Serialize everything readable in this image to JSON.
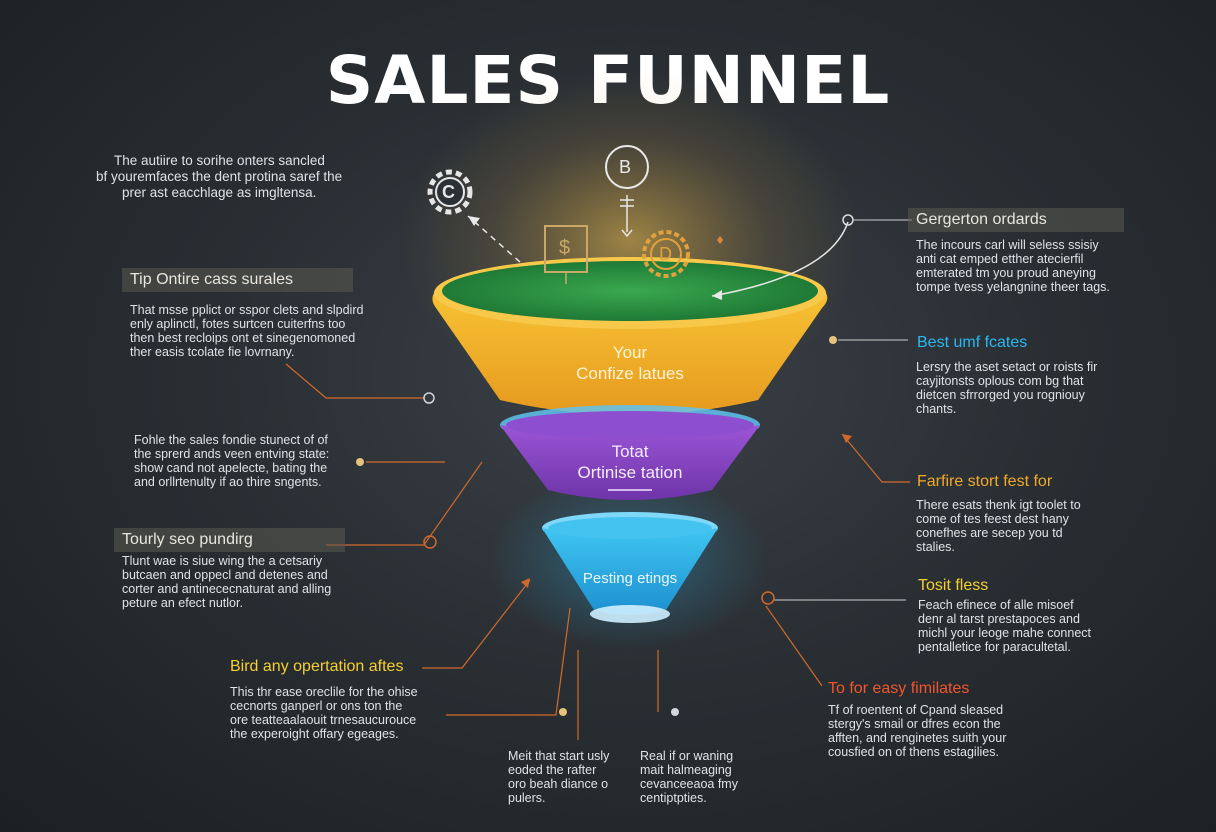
{
  "title": "SALES FUNNEL",
  "intro": {
    "lines": [
      "The autiire to sorihe onters sancled",
      "bf youremfaces the dent protina saref the",
      "prer ast eacchlage as imgltensa."
    ]
  },
  "top_icons": {
    "left": "C",
    "center": "B",
    "box": "$",
    "gear": "D"
  },
  "funnel": {
    "stage1": [
      "Your",
      "Confize latues"
    ],
    "stage2": [
      "Totat",
      "Ortinise tation"
    ],
    "stage3": [
      "Pesting etings"
    ]
  },
  "left": [
    {
      "header": "Tip Ontire cass surales",
      "lines": [
        "That msse pplict or sspor clets and slpdird",
        "enly aplinctl, fotes surtcen cuiterfns too",
        "then best recloips ont et sinegenomoned",
        "ther easis tcolate fie lovrnany."
      ]
    },
    {
      "header": "",
      "lines": [
        "Fohle the sales fondie stunect of of",
        "the sprerd ands veen entving state:",
        "show cand not apelecte, bating the",
        "and orllrtenulty if ao thire sngents."
      ]
    },
    {
      "header": "Tourly seo pundirg",
      "lines": [
        "Tlunt wae is siue wing the a cetsariy",
        "butcaen and oppecl and detenes and",
        "corter and antinececnaturat and alling",
        "peture an efect nutlor."
      ]
    },
    {
      "header": "Bird any opertation aftes",
      "lines": [
        "This thr ease oreclile for the ohise",
        "cecnorts ganperl or ons ton the",
        "ore teatteaalaouit trnesaucurouce",
        "the experoight offary egeages."
      ]
    }
  ],
  "right": [
    {
      "header": "Gergerton ordards",
      "lines": [
        "The incours carl will seless ssisiy",
        "anti cat emped etther atecierfil",
        "emterated tm you proud aneying",
        "tompe tvess yelangnine theer tags."
      ]
    },
    {
      "header": "Best umf fcates",
      "lines": [
        "Lersry the aset setact or roists fir",
        "cayjitonsts oplous com bg that",
        "dietcen sfrrorged you rogniouy",
        "chants."
      ]
    },
    {
      "header": "Farfire stort fest for",
      "lines": [
        "There esats thenk igt toolet to",
        "come of tes feest dest hany",
        "conefhes are secep you td",
        "stalies."
      ]
    },
    {
      "header": "Tosit fless",
      "lines": [
        "Feach efinece of alle misoef",
        "denr al tarst prestapoces and",
        "michl your leoge mahe connect",
        "pentalletice for paracultetal."
      ]
    },
    {
      "header": "To for easy fimilates",
      "lines": [
        "Tf of roentent of Cpand sleased",
        "stergy's smail or dfres econ the",
        "afften, and renginetes suith your",
        "cousfied on of thens estagilies."
      ]
    }
  ],
  "bottom": [
    {
      "lines": [
        "Meit that start usly",
        "eoded the rafter",
        "oro beah diance o",
        "pulers."
      ]
    },
    {
      "lines": [
        "Real if or waning",
        "mait halmeaging",
        "cevanceeaoa fmy",
        "centiptpties."
      ]
    }
  ],
  "colors": {
    "stage1": "#f4b82a",
    "stage1_top": "#2f9a45",
    "stage2": "#8b48c8",
    "stage3": "#2ab6ea",
    "connector": "#d2692b",
    "cyan_header": "#29b8f0",
    "yellow_header": "#f5cf2e",
    "orange_header": "#f2a92a",
    "red_header": "#f2552b"
  }
}
